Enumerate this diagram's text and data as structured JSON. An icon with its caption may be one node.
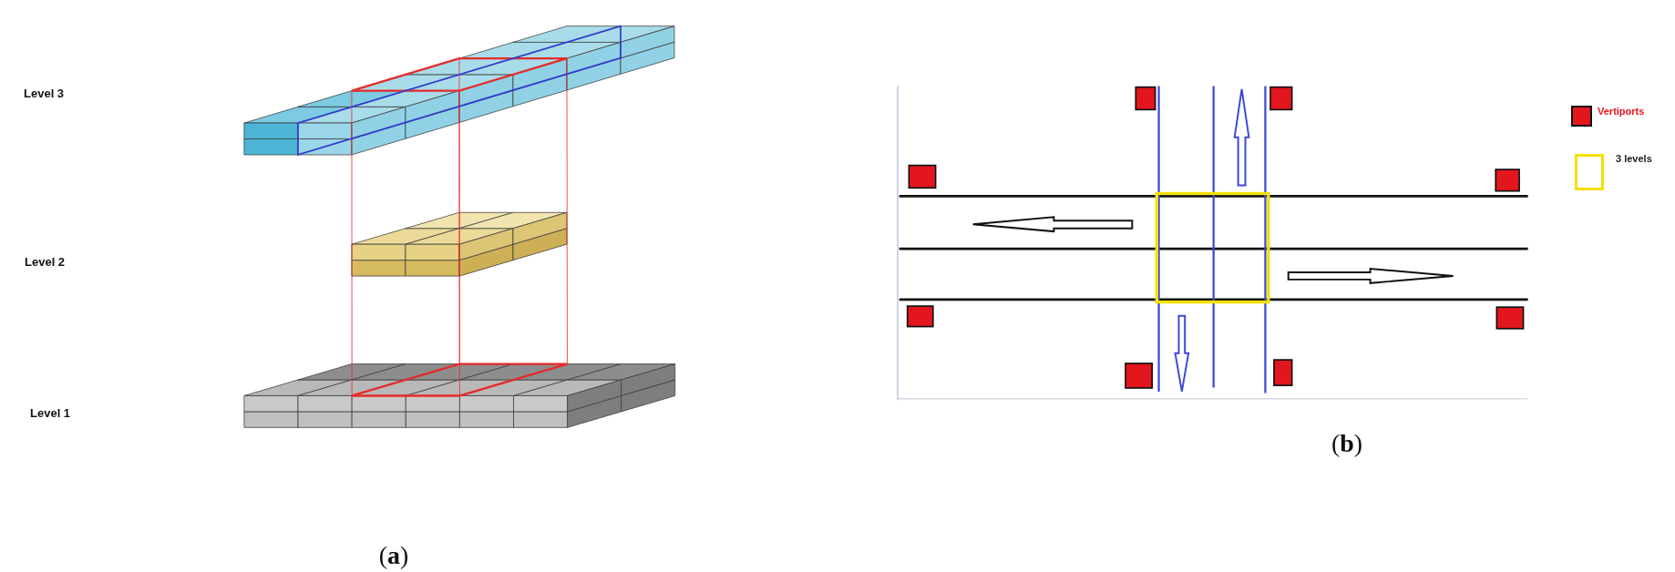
{
  "diagram": {
    "labels": [
      "Level 3",
      "Level 2",
      "Level 1",
      "(**a**)",
      "(**b**)"
    ],
    "legend": [
      {
        "text": "Vertiports",
        "color": "#e3161e"
      },
      {
        "text": "3 levels"
      }
    ]
  }
}
